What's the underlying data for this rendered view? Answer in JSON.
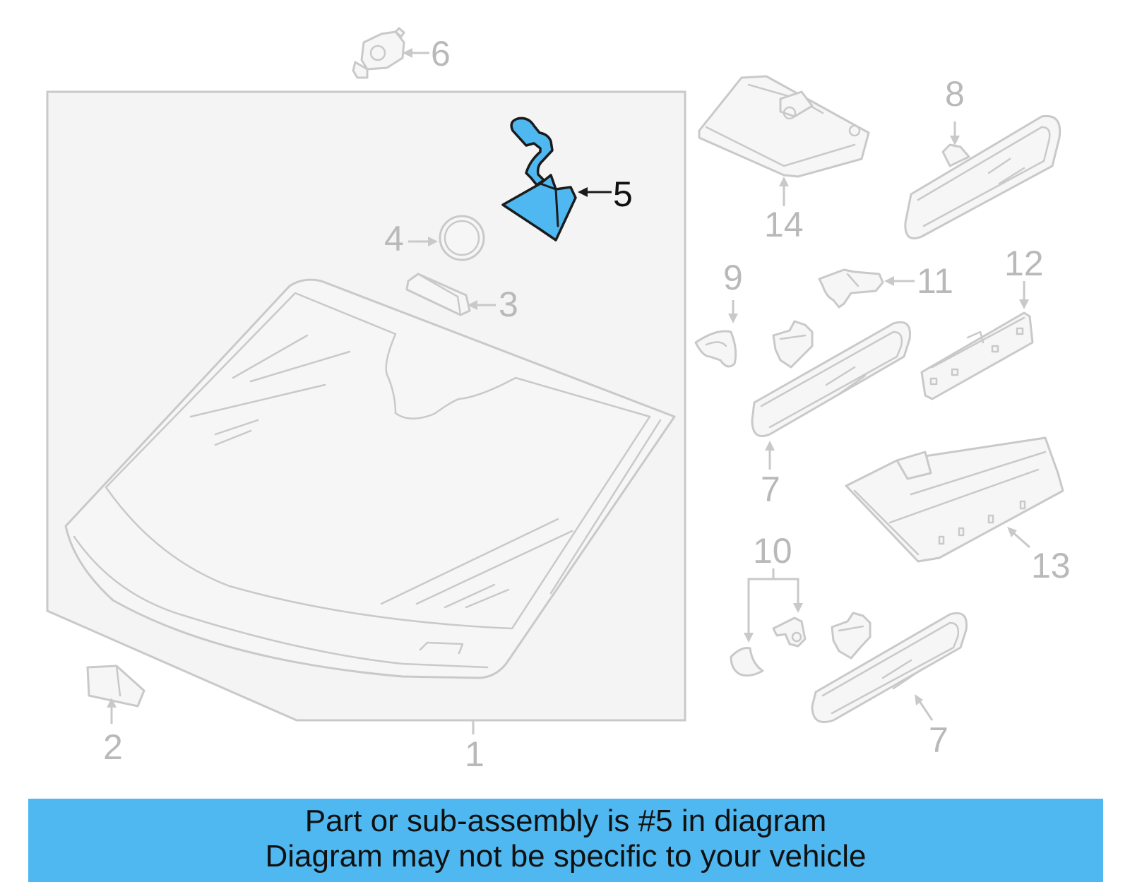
{
  "callouts": {
    "c1": "1",
    "c2": "2",
    "c3": "3",
    "c4": "4",
    "c5": "5",
    "c6": "6",
    "c7a": "7",
    "c7b": "7",
    "c8": "8",
    "c9": "9",
    "c10": "10",
    "c11": "11",
    "c12": "12",
    "c13": "13",
    "c14": "14"
  },
  "highlight": {
    "part_number": "5",
    "color": "#4fb8f0"
  },
  "banner": {
    "line1": "Part or sub-assembly is #5 in diagram",
    "line2": "Diagram may not be specific to your vehicle"
  }
}
